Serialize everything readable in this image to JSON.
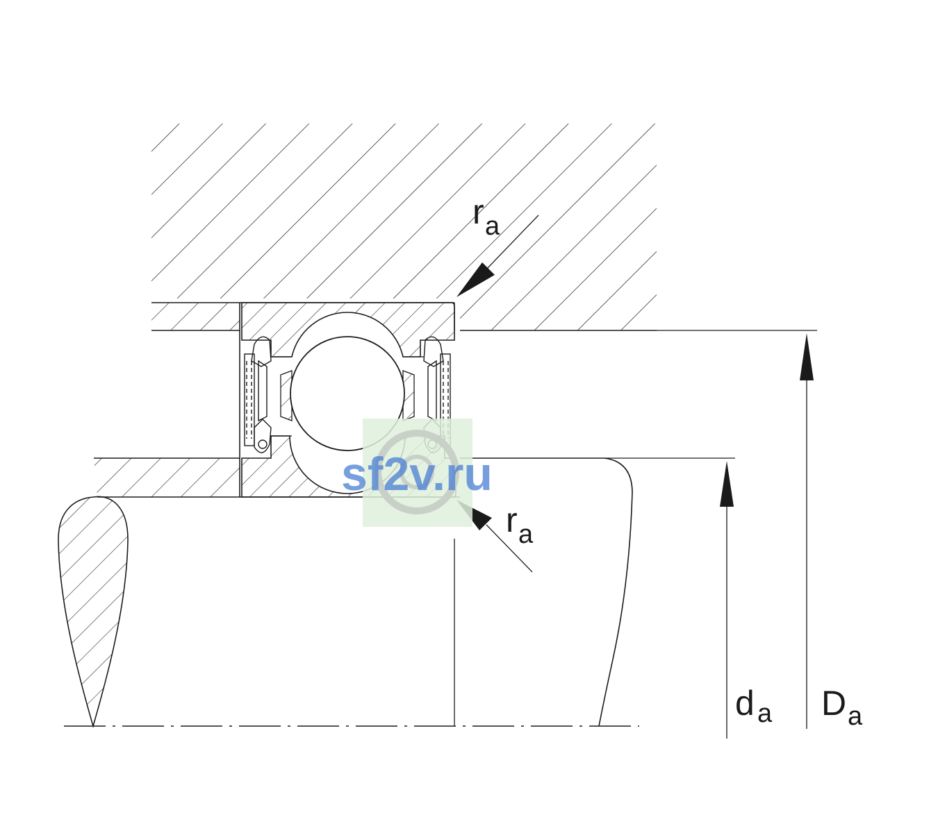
{
  "labels": {
    "fillet_top": {
      "main": "r",
      "sub": "a"
    },
    "fillet_bottom": {
      "main": "r",
      "sub": "a"
    },
    "shaft_shoulder_diameter": {
      "main": "d",
      "sub": "a"
    },
    "housing_shoulder_diameter": {
      "main": "D",
      "sub": "a"
    }
  },
  "watermark": {
    "text": "sf2v.ru",
    "color": "#4a7fd4"
  },
  "colors": {
    "line": "#1a1a1a",
    "background": "#ffffff",
    "watermark_bg": "#dff0dc"
  }
}
